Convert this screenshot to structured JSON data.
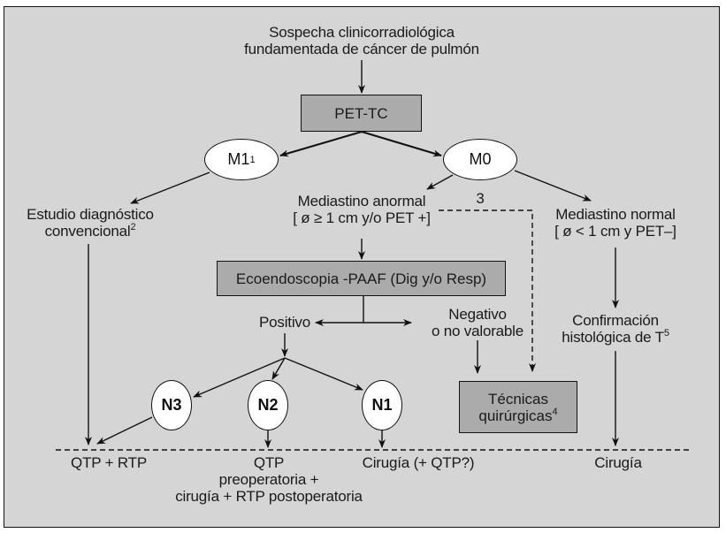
{
  "diagram": {
    "start": {
      "line1": "Sospecha clinicorradiológica",
      "line2": "fundamentada de cáncer de pulmón"
    },
    "pet_tc": {
      "label": "PET-TC"
    },
    "m1": {
      "label": "M1",
      "sup": "1"
    },
    "m0": {
      "label": "M0"
    },
    "estudio": {
      "line1": "Estudio diagnóstico",
      "line2": "convencional",
      "sup": "2"
    },
    "med_anormal": {
      "line1": "Mediastino anormal",
      "line2": "[ ø ≥ 1 cm y/o PET +]"
    },
    "dashed_note": {
      "label": "3"
    },
    "med_normal": {
      "line1": "Mediastino normal",
      "line2": "[ ø < 1 cm y PET–]"
    },
    "ecoendoscopia": {
      "label": "Ecoendoscopia -PAAF (Dig y/o Resp)"
    },
    "positivo": {
      "label": "Positivo"
    },
    "negativo": {
      "line1": "Negativo",
      "line2": "o no valorable"
    },
    "confirmacion": {
      "line1": "Confirmación",
      "line2": "histológica de T",
      "sup": "5"
    },
    "tecnicas": {
      "line1": "Técnicas",
      "line2": "quirúrgicas",
      "sup": "4"
    },
    "n3": {
      "label": "N3"
    },
    "n2": {
      "label": "N2"
    },
    "n1": {
      "label": "N1"
    },
    "outcomes": {
      "qtp_rtp": "QTP + RTP",
      "qtp_pre": {
        "line1": "QTP",
        "line2": "preoperatoria +",
        "line3": "cirugía + RTP postoperatoria"
      },
      "cirugia_qtp": "Cirugía (+ QTP?)",
      "cirugia": "Cirugía"
    }
  }
}
